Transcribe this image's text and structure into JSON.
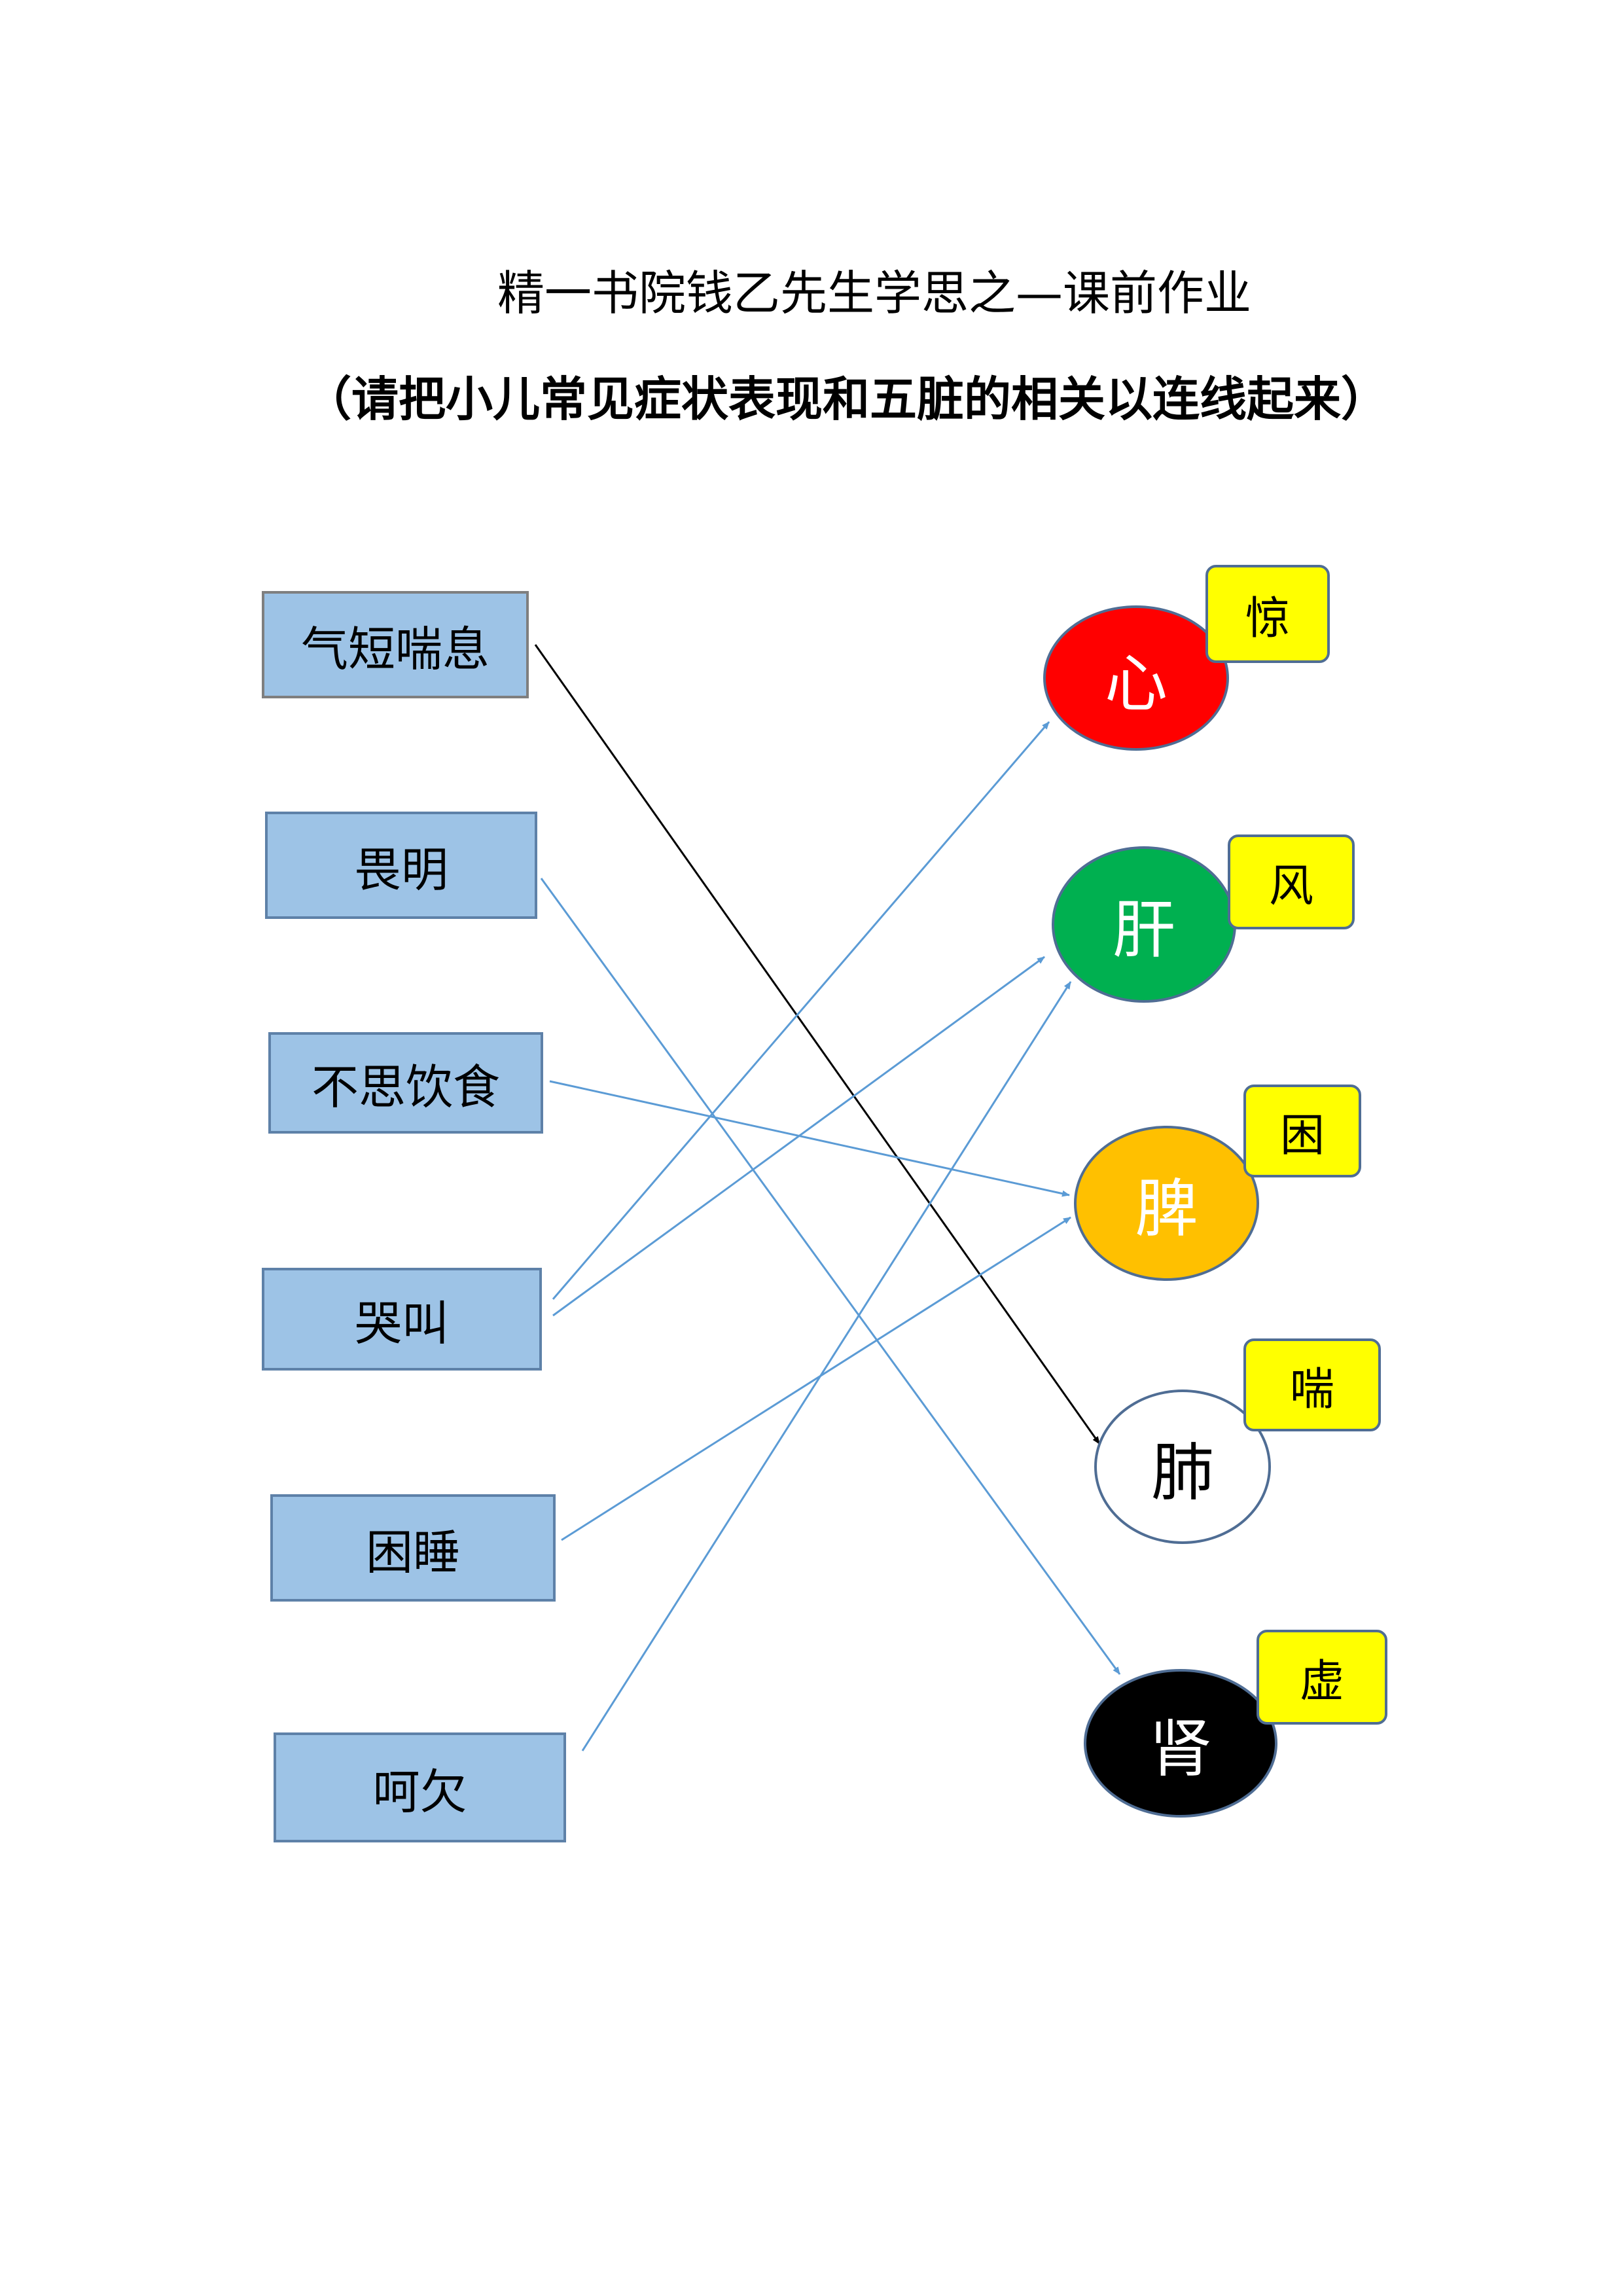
{
  "title": "精一书院钱乙先生学思之—课前作业",
  "instruction": "（请把小儿常见症状表现和五脏的相关以连线起来）",
  "symptoms": [
    {
      "id": "s1",
      "label": "气短喘息"
    },
    {
      "id": "s2",
      "label": "畏明"
    },
    {
      "id": "s3",
      "label": "不思饮食"
    },
    {
      "id": "s4",
      "label": "哭叫"
    },
    {
      "id": "s5",
      "label": "困睡"
    },
    {
      "id": "s6",
      "label": "呵欠"
    }
  ],
  "organs": [
    {
      "id": "heart",
      "label": "心",
      "tag": "惊",
      "fill": "#ff0000",
      "text_color": "#ffffff"
    },
    {
      "id": "liver",
      "label": "肝",
      "tag": "风",
      "fill": "#00b050",
      "text_color": "#ffffff"
    },
    {
      "id": "spleen",
      "label": "脾",
      "tag": "困",
      "fill": "#ffc000",
      "text_color": "#ffffff"
    },
    {
      "id": "lung",
      "label": "肺",
      "tag": "喘",
      "fill": "#ffffff",
      "text_color": "#000000"
    },
    {
      "id": "kidney",
      "label": "肾",
      "tag": "虚",
      "fill": "#000000",
      "text_color": "#ffffff"
    }
  ],
  "connections": [
    {
      "from": "s1",
      "to": "lung",
      "color": "#000000"
    },
    {
      "from": "s2",
      "to": "kidney",
      "color": "#5b9bd5"
    },
    {
      "from": "s3",
      "to": "spleen",
      "color": "#5b9bd5"
    },
    {
      "from": "s4",
      "to": "heart",
      "color": "#5b9bd5"
    },
    {
      "from": "s4",
      "to": "liver",
      "color": "#5b9bd5"
    },
    {
      "from": "s5",
      "to": "spleen",
      "color": "#5b9bd5"
    },
    {
      "from": "s6",
      "to": "liver",
      "color": "#5b9bd5"
    }
  ]
}
